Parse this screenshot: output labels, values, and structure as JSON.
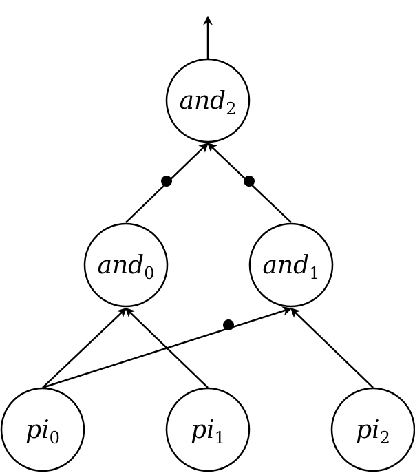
{
  "nodes": {
    "and2": {
      "name": "and",
      "sub": "2"
    },
    "and0": {
      "name": "and",
      "sub": "0"
    },
    "and1": {
      "name": "and",
      "sub": "1"
    },
    "pi0": {
      "name": "pi",
      "sub": "0"
    },
    "pi1": {
      "name": "pi",
      "sub": "1"
    },
    "pi2": {
      "name": "pi",
      "sub": "2"
    }
  },
  "edges": [
    {
      "from": "pi0",
      "to": "and0",
      "inverted": false
    },
    {
      "from": "pi1",
      "to": "and0",
      "inverted": false
    },
    {
      "from": "pi0",
      "to": "and1",
      "inverted": true
    },
    {
      "from": "pi2",
      "to": "and1",
      "inverted": false
    },
    {
      "from": "and0",
      "to": "and2",
      "inverted": true
    },
    {
      "from": "and1",
      "to": "and2",
      "inverted": true
    },
    {
      "from": "and2",
      "to": "output",
      "inverted": false
    }
  ],
  "colors": {
    "stroke": "#000000",
    "background": "#ffffff"
  }
}
